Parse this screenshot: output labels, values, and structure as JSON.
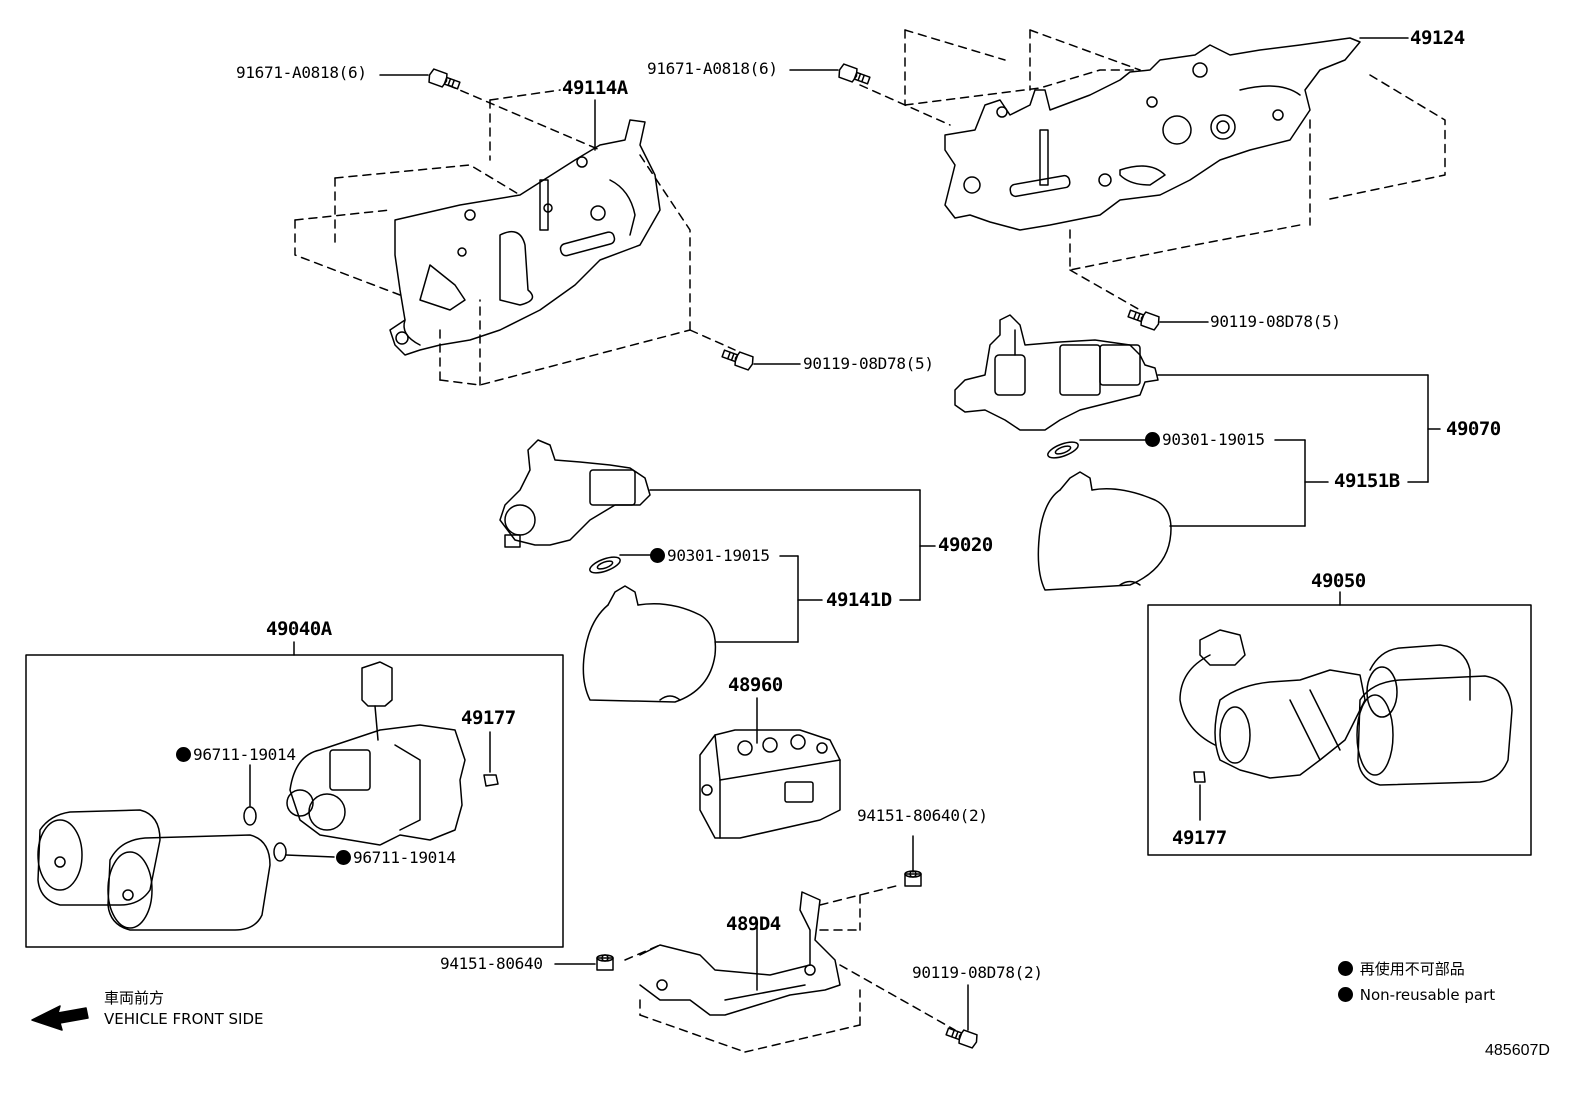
{
  "colors": {
    "line": "#000000",
    "background": "#ffffff"
  },
  "callouts": {
    "c_49124": "49124",
    "c_91671_a": "91671-A0818(6)",
    "c_91671_b": "91671-A0818(6)",
    "c_49114a": "49114A",
    "c_90119_top": "90119-08D78(5)",
    "c_90119_mid": "90119-08D78(5)",
    "c_49070": "49070",
    "c_90301_right": "90301-19015",
    "c_49151b": "49151B",
    "c_49020": "49020",
    "c_90301_left": "90301-19015",
    "c_49141d": "49141D",
    "c_49050": "49050",
    "c_49040a": "49040A",
    "c_49177_left": "49177",
    "c_49177_right": "49177",
    "c_96711_a": "96711-19014",
    "c_96711_b": "96711-19014",
    "c_48960": "48960",
    "c_94151_2": "94151-80640(2)",
    "c_489d4": "489D4",
    "c_94151": "94151-80640",
    "c_90119_2": "90119-08D78(2)"
  },
  "legend": {
    "line_jp": "再使用不可部品",
    "line_en": "Non-reusable part"
  },
  "front": {
    "line_jp": "車両前方",
    "line_en": "VEHICLE FRONT SIDE"
  },
  "diagram_code": "485607D"
}
